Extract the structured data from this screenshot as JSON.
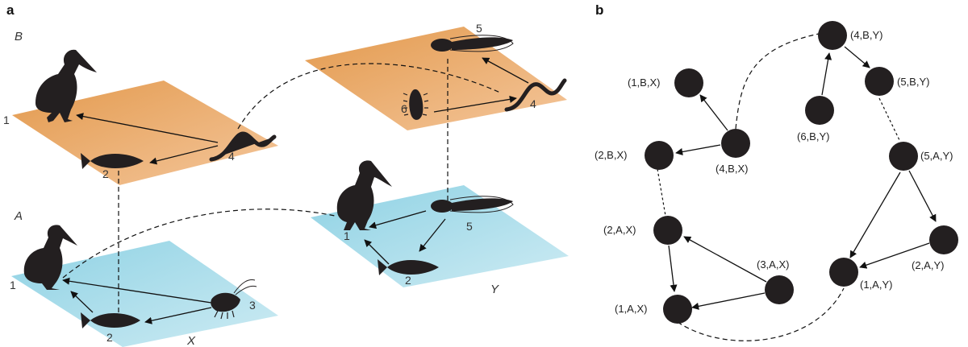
{
  "panels": {
    "a": "a",
    "b": "b"
  },
  "layers": {
    "top": "B",
    "bottom": "A"
  },
  "patches": {
    "left": "X",
    "right": "Y"
  },
  "species": {
    "pelican": "1",
    "fish": "2",
    "shrimp": "3",
    "worm": "4",
    "tadpole": "5",
    "larva": "6"
  },
  "nodes": {
    "n4BY": "(4,B,Y)",
    "n1BX": "(1,B,X)",
    "n5BY": "(5,B,Y)",
    "n6BY": "(6,B,Y)",
    "n2BX": "(2,B,X)",
    "n4BX": "(4,B,X)",
    "n5AY": "(5,A,Y)",
    "n2AX": "(2,A,X)",
    "n3AX": "(3,A,X)",
    "n2AY": "(2,A,Y)",
    "n1AY": "(1,A,Y)",
    "n1AX": "(1,A,X)"
  },
  "colors": {
    "upper_layer": "#e8a35c",
    "lower_layer": "#a6dbe8",
    "node": "#231f20"
  }
}
